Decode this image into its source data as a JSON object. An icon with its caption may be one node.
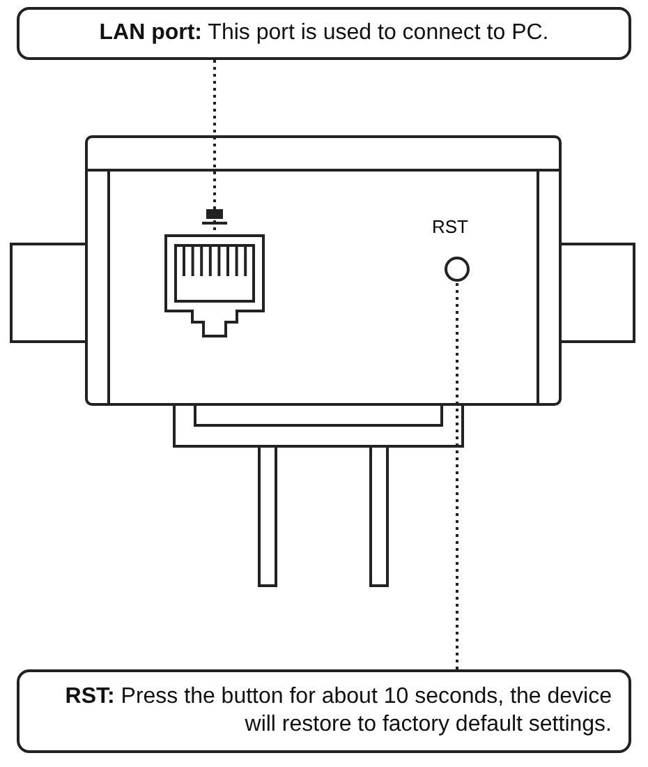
{
  "diagram": {
    "nodes": [
      {
        "text": [
          "**LAN port:** This port is used to connect to PC."
        ]
      },
      {
        "text": [],
        "shape": "box"
      },
      {
        "text": [],
        "shape": "circle"
      },
      {
        "text": [
          "**RST:** Press the button for about 10 seconds, the device will restore to factory default settings."
        ]
      }
    ],
    "edges": [
      {
        "from": 0,
        "to": 1,
        "arrow": "none",
        "style": "dashed"
      },
      {
        "from": 3,
        "to": 2,
        "arrow": "none",
        "style": "dashed"
      }
    ],
    "labels": [
      "RST"
    ]
  }
}
